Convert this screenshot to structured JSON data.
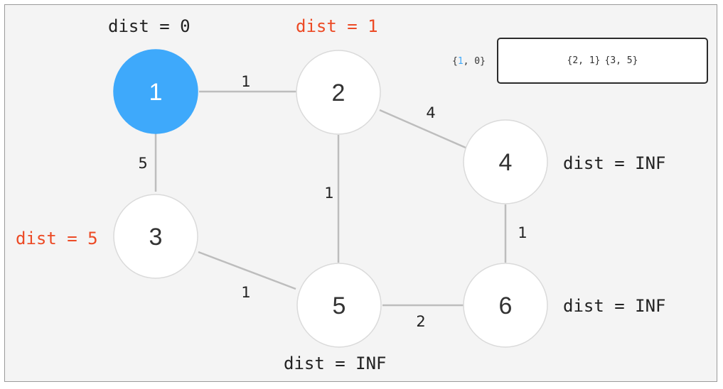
{
  "nodes": [
    {
      "id": "1",
      "label": "1",
      "state": "current"
    },
    {
      "id": "2",
      "label": "2",
      "state": "default"
    },
    {
      "id": "3",
      "label": "3",
      "state": "default"
    },
    {
      "id": "4",
      "label": "4",
      "state": "default"
    },
    {
      "id": "5",
      "label": "5",
      "state": "default"
    },
    {
      "id": "6",
      "label": "6",
      "state": "default"
    }
  ],
  "edges": [
    {
      "from": "1",
      "to": "2",
      "weight": "1"
    },
    {
      "from": "1",
      "to": "3",
      "weight": "5"
    },
    {
      "from": "2",
      "to": "4",
      "weight": "4"
    },
    {
      "from": "2",
      "to": "5",
      "weight": "1"
    },
    {
      "from": "3",
      "to": "5",
      "weight": "1"
    },
    {
      "from": "4",
      "to": "6",
      "weight": "1"
    },
    {
      "from": "5",
      "to": "6",
      "weight": "2"
    }
  ],
  "distances": {
    "n1": "dist = 0",
    "n2": "dist = 1",
    "n3": "dist = 5",
    "n4": "dist = INF",
    "n5": "dist = INF",
    "n6": "dist = INF"
  },
  "priority_queue": {
    "popped": {
      "open": "{",
      "node": "1",
      "rest": ", 0}"
    },
    "items": [
      "{2, 1}",
      "{3, 5}"
    ]
  },
  "colors": {
    "current_node": "#3ea9fb",
    "updated_distance": "#ec4a25",
    "edge": "#bdbdbd"
  }
}
